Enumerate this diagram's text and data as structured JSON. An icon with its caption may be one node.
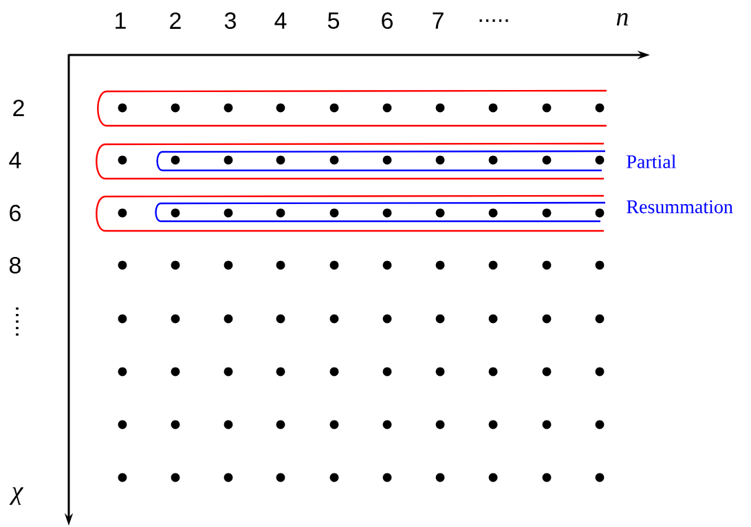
{
  "diagram": {
    "labels": [
      "1",
      "2",
      "3",
      "4",
      "5",
      "6",
      "7",
      ".....",
      "n",
      "2",
      "4",
      "Partial",
      "6",
      "Resummation",
      "8",
      ".....",
      "χ"
    ]
  }
}
